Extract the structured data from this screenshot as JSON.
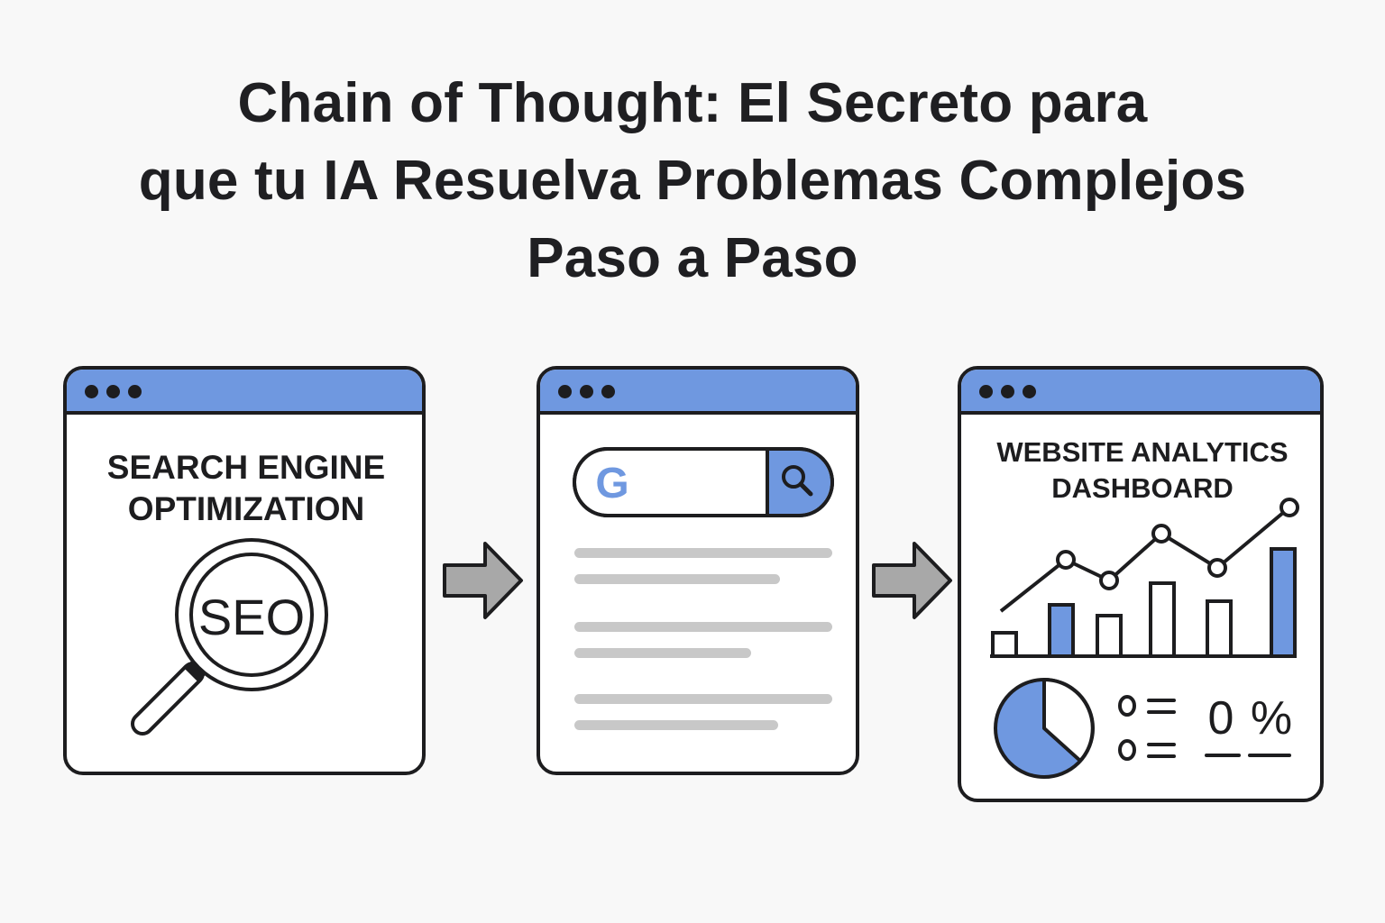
{
  "title": {
    "line1": "Chain of Thought: El Secreto para",
    "line2": "que tu IA Resuelva Problemas Complejos",
    "line3": "Paso a Paso"
  },
  "steps": [
    {
      "label_line1": "SEARCH ENGINE",
      "label_line2": "OPTIMIZATION",
      "badge": "SEO",
      "icon": "magnifier-icon"
    },
    {
      "search_logo": "G",
      "icon": "search-icon"
    },
    {
      "label_line1": "WEBSITE ANALYTICS",
      "label_line2": "DASHBOARD",
      "stat_value": "0",
      "stat_unit": "%"
    }
  ],
  "colors": {
    "accent": "#6f98e0",
    "outline": "#1d1d1f",
    "placeholder": "#c8c8c8",
    "arrow": "#a8a8a8"
  }
}
